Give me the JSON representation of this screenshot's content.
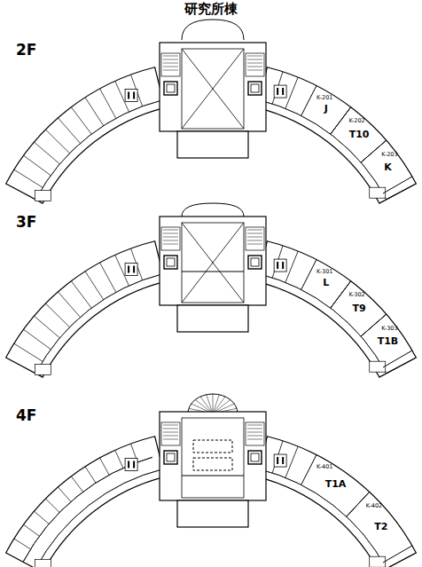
{
  "diagram": {
    "title": "研究所棟",
    "nodes": [
      {
        "text": [
          "J",
          "K-201"
        ]
      },
      {
        "text": [
          "T10",
          "K-202"
        ]
      },
      {
        "text": [
          "K",
          "K-203"
        ]
      },
      {
        "text": [
          "L",
          "K-301"
        ]
      },
      {
        "text": [
          "T9",
          "K-302"
        ]
      },
      {
        "text": [
          "T1B",
          "K-303"
        ]
      },
      {
        "text": [
          "T1A",
          "K-401"
        ]
      },
      {
        "text": [
          "T2",
          "K-402"
        ]
      }
    ],
    "labels": [
      "2F",
      "3F",
      "4F"
    ]
  }
}
